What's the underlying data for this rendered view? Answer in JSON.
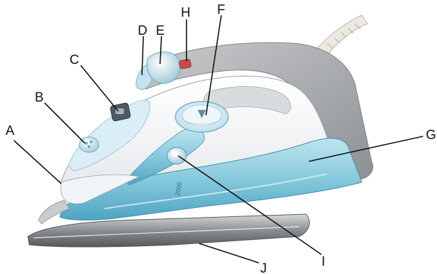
{
  "labels": {
    "a": "A",
    "b": "B",
    "c": "C",
    "d": "D",
    "e": "E",
    "f": "F",
    "g": "G",
    "h": "H",
    "i": "I",
    "j": "J"
  },
  "engraving": "2000",
  "colors": {
    "body_white": "#f4f6f7",
    "body_grey": "#a7a9ab",
    "water_blue": "#86c9dc",
    "water_blue_dark": "#4da3c2",
    "soleplate": "#8b9094",
    "cord": "#e8e6df"
  }
}
